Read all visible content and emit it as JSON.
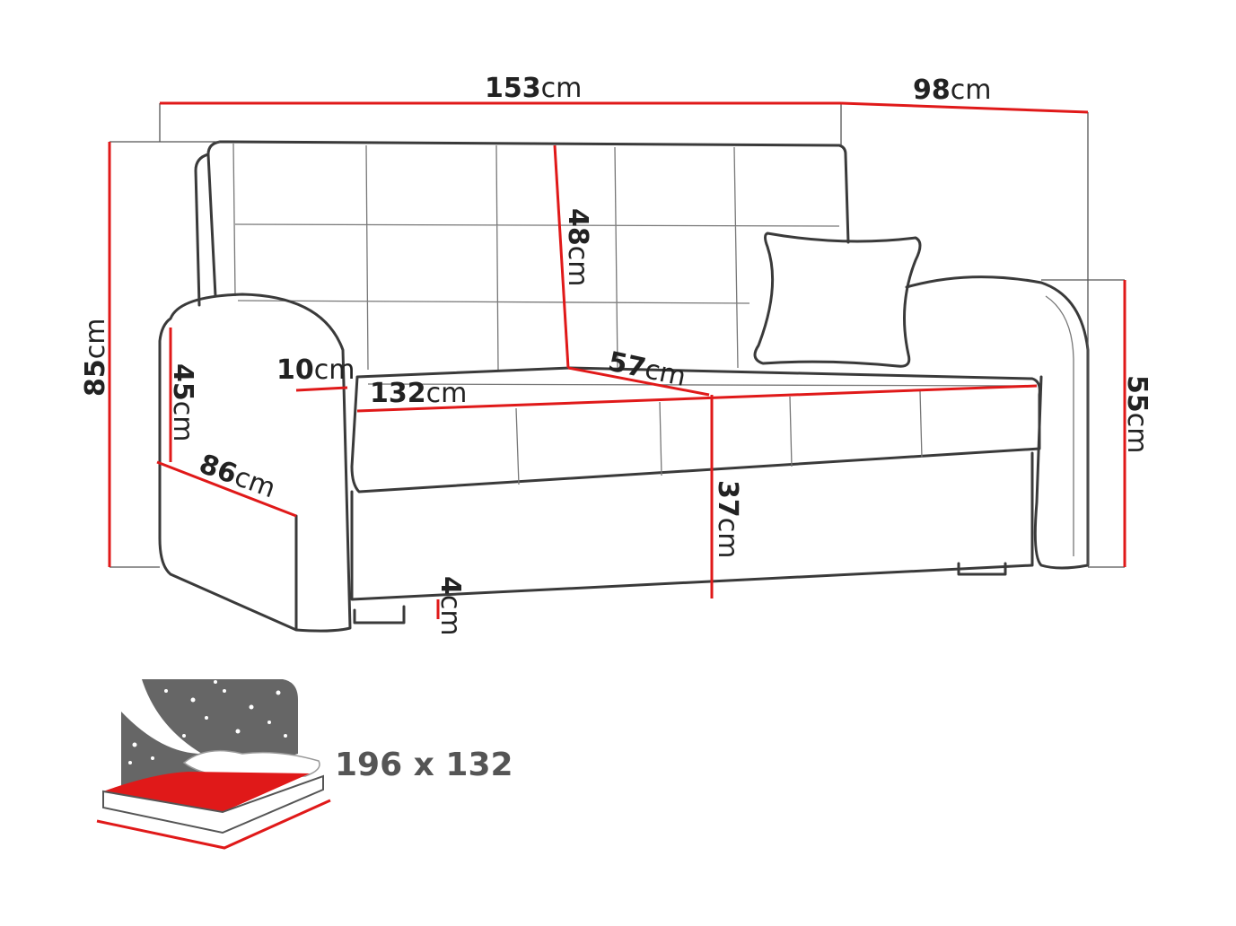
{
  "colors": {
    "dimension_line": "#e01919",
    "outline": "#3a3a3a",
    "bed_icon_sky": "#666666",
    "bed_icon_mattress": "#e01919"
  },
  "dimensions": {
    "total_width": {
      "value": "153",
      "unit": "cm"
    },
    "depth": {
      "value": "98",
      "unit": "cm"
    },
    "total_height": {
      "value": "85",
      "unit": "cm"
    },
    "backrest_height": {
      "value": "48",
      "unit": "cm"
    },
    "armrest_inner_height": {
      "value": "45",
      "unit": "cm"
    },
    "armrest_width": {
      "value": "10",
      "unit": "cm"
    },
    "seat_width": {
      "value": "132",
      "unit": "cm"
    },
    "seat_depth": {
      "value": "57",
      "unit": "cm"
    },
    "armrest_depth": {
      "value": "86",
      "unit": "cm"
    },
    "seat_height": {
      "value": "37",
      "unit": "cm"
    },
    "armrest_height": {
      "value": "55",
      "unit": "cm"
    },
    "leg_height": {
      "value": "4",
      "unit": "cm"
    }
  },
  "sleeping_area": {
    "label": "196 x 132",
    "icon": "bed-with-stars-icon"
  }
}
